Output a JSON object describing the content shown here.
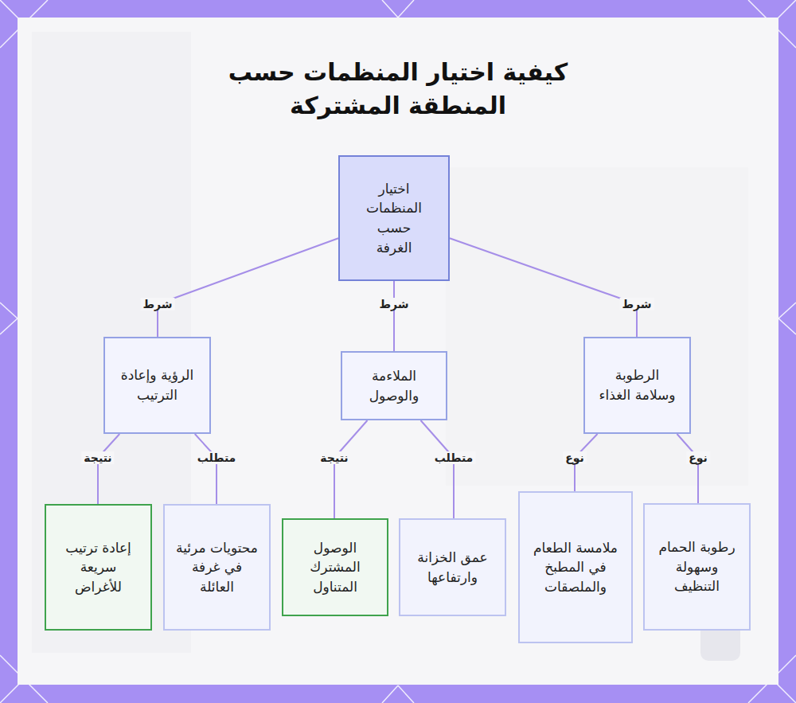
{
  "diagram": {
    "title": "كيفية اختيار المنظمات حسب المنطقة المشتركة",
    "nodes": [
      {
        "text": [
          "اختيار المنظمات حسب الغرفة"
        ]
      },
      {
        "text": [
          "الرطوبة وسلامة الغذاء"
        ]
      },
      {
        "text": [
          "الملاءمة والوصول"
        ]
      },
      {
        "text": [
          "الرؤية وإعادة الترتيب"
        ]
      },
      {
        "text": [
          "رطوبة الحمام وسهولة التنظيف"
        ]
      },
      {
        "text": [
          "ملامسة الطعام في المطبخ والملصقات"
        ]
      },
      {
        "text": [
          "عمق الخزانة وارتفاعها"
        ]
      },
      {
        "text": [
          "الوصول المشترك المتناول"
        ]
      },
      {
        "text": [
          "محتويات مرئية في غرفة العائلة"
        ]
      },
      {
        "text": [
          "إعادة ترتيب سريعة للأغراض"
        ]
      }
    ],
    "edges": [
      {
        "from": 0,
        "to": 1,
        "arrow": "none",
        "label": "شرط"
      },
      {
        "from": 0,
        "to": 2,
        "arrow": "none",
        "label": "شرط"
      },
      {
        "from": 0,
        "to": 3,
        "arrow": "none",
        "label": "شرط"
      },
      {
        "from": 1,
        "to": 4,
        "arrow": "none",
        "label": "نوع"
      },
      {
        "from": 1,
        "to": 5,
        "arrow": "none",
        "label": "نوع"
      },
      {
        "from": 2,
        "to": 6,
        "arrow": "none",
        "label": "متطلب"
      },
      {
        "from": 2,
        "to": 7,
        "arrow": "none",
        "label": "نتيجة"
      },
      {
        "from": 3,
        "to": 8,
        "arrow": "none",
        "label": "متطلب"
      },
      {
        "from": 3,
        "to": 9,
        "arrow": "none",
        "label": "نتيجة"
      }
    ]
  }
}
